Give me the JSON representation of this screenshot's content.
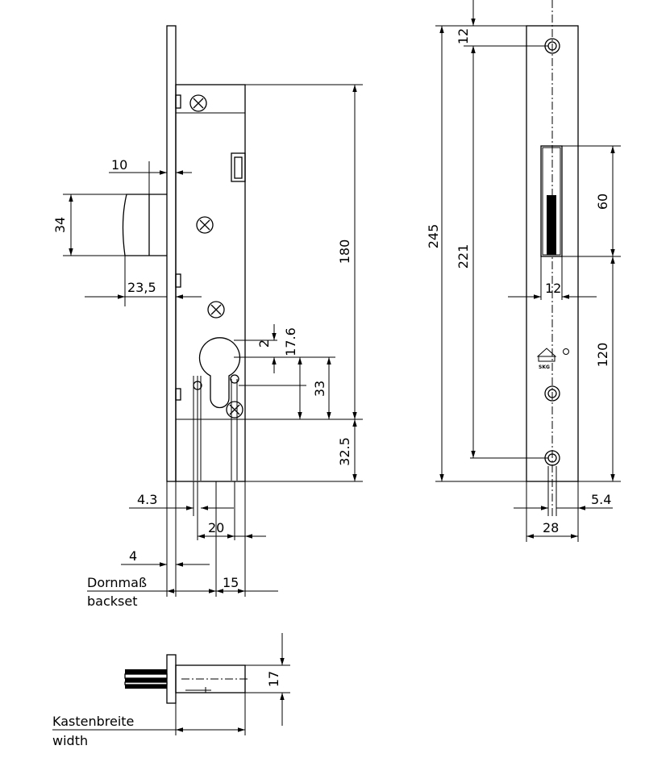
{
  "dimensions": {
    "d10": "10",
    "d34": "34",
    "d23_5": "23,5",
    "d180": "180",
    "d2": "2",
    "d17_6": "17.6",
    "d33": "33",
    "d32_5": "32.5",
    "d4_3": "4.3",
    "d20": "20",
    "d4": "4",
    "d15": "15",
    "d17": "17",
    "d245": "245",
    "d12_top": "12",
    "d221": "221",
    "d60": "60",
    "d12_mid": "12",
    "d120": "120",
    "d5_4": "5.4",
    "d28": "28"
  },
  "labels": {
    "backset_de": "Dornmaß",
    "backset_en": "backset",
    "width_de": "Kastenbreite",
    "width_en": "width"
  },
  "logo": {
    "text": "SKG"
  }
}
